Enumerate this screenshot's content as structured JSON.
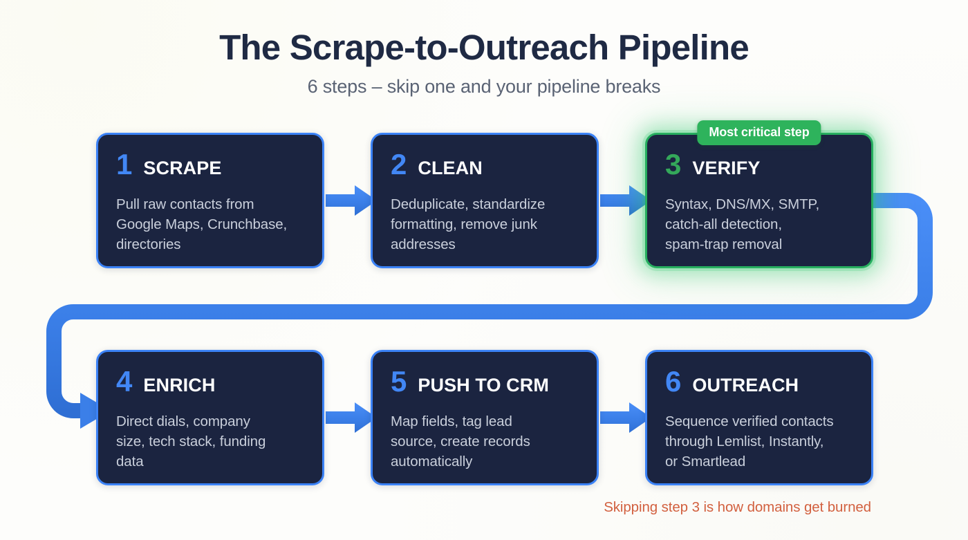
{
  "header": {
    "title": "The Scrape-to-Outreach Pipeline",
    "subtitle": "6 steps – skip one and your pipeline breaks"
  },
  "badge": {
    "label": "Most critical step"
  },
  "footnote": {
    "text": "Skipping step 3 is how domains get burned"
  },
  "colors": {
    "background": "#fdfdfb",
    "card_fill": "#1b2440",
    "accent_blue": "#3b82f6",
    "number_blue": "#4287f5",
    "accent_green": "#27ae5f",
    "badge_green": "#2eb35c",
    "number_green": "#34a85a",
    "title_navy": "#1f2a44",
    "subtitle_gray": "#5a6374",
    "body_gray": "#c9cfdb",
    "warning_orange": "#d2603f"
  },
  "steps": [
    {
      "number": "1",
      "title": "SCRAPE",
      "desc": "Pull raw contacts from\nGoogle Maps, Crunchbase,\ndirectories",
      "highlight": false
    },
    {
      "number": "2",
      "title": "CLEAN",
      "desc": "Deduplicate, standardize\nformatting, remove junk\naddresses",
      "highlight": false
    },
    {
      "number": "3",
      "title": "VERIFY",
      "desc": "Syntax, DNS/MX, SMTP,\ncatch-all detection,\nspam-trap removal",
      "highlight": true
    },
    {
      "number": "4",
      "title": "ENRICH",
      "desc": "Direct dials, company\nsize, tech stack, funding\ndata",
      "highlight": false
    },
    {
      "number": "5",
      "title": "PUSH TO CRM",
      "desc": "Map fields, tag lead\nsource, create records\nautomatically",
      "highlight": false
    },
    {
      "number": "6",
      "title": "OUTREACH",
      "desc": "Sequence verified contacts\nthrough Lemlist, Instantly,\nor Smartlead",
      "highlight": false
    }
  ],
  "connectors": [
    {
      "name": "arrow-step1-to-step2",
      "type": "arrow-right"
    },
    {
      "name": "arrow-step2-to-step3",
      "type": "arrow-right"
    },
    {
      "name": "wrap-step3-to-step4",
      "type": "pipe-wrap-around"
    },
    {
      "name": "arrow-step4-to-step5",
      "type": "arrow-right"
    },
    {
      "name": "arrow-step5-to-step6",
      "type": "arrow-right"
    }
  ]
}
